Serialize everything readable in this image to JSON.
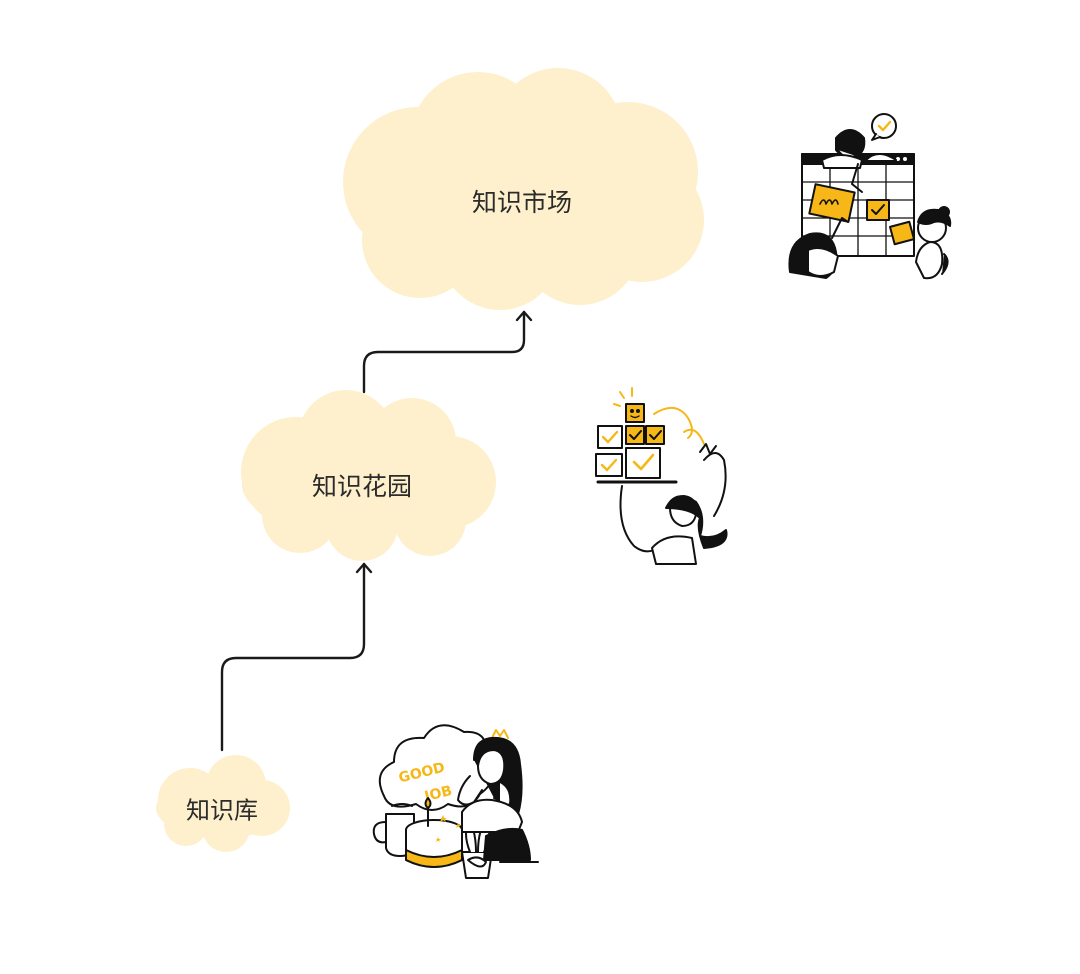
{
  "diagram": {
    "colors": {
      "cloud_fill": "#FEF0CC",
      "accent": "#F6B717",
      "line": "#1a1a1a",
      "background": "#FFFFFF"
    },
    "nodes": [
      {
        "id": "library",
        "label": "知识库"
      },
      {
        "id": "garden",
        "label": "知识花园"
      },
      {
        "id": "market",
        "label": "知识市场"
      }
    ],
    "edges": [
      {
        "from": "library",
        "to": "garden"
      },
      {
        "from": "garden",
        "to": "market"
      }
    ],
    "illustrations": [
      {
        "name": "team-board-illustration",
        "near": "market"
      },
      {
        "name": "checklist-tray-illustration",
        "near": "garden"
      },
      {
        "name": "celebration-illustration",
        "near": "library",
        "text": "GOOD JOB"
      }
    ]
  }
}
